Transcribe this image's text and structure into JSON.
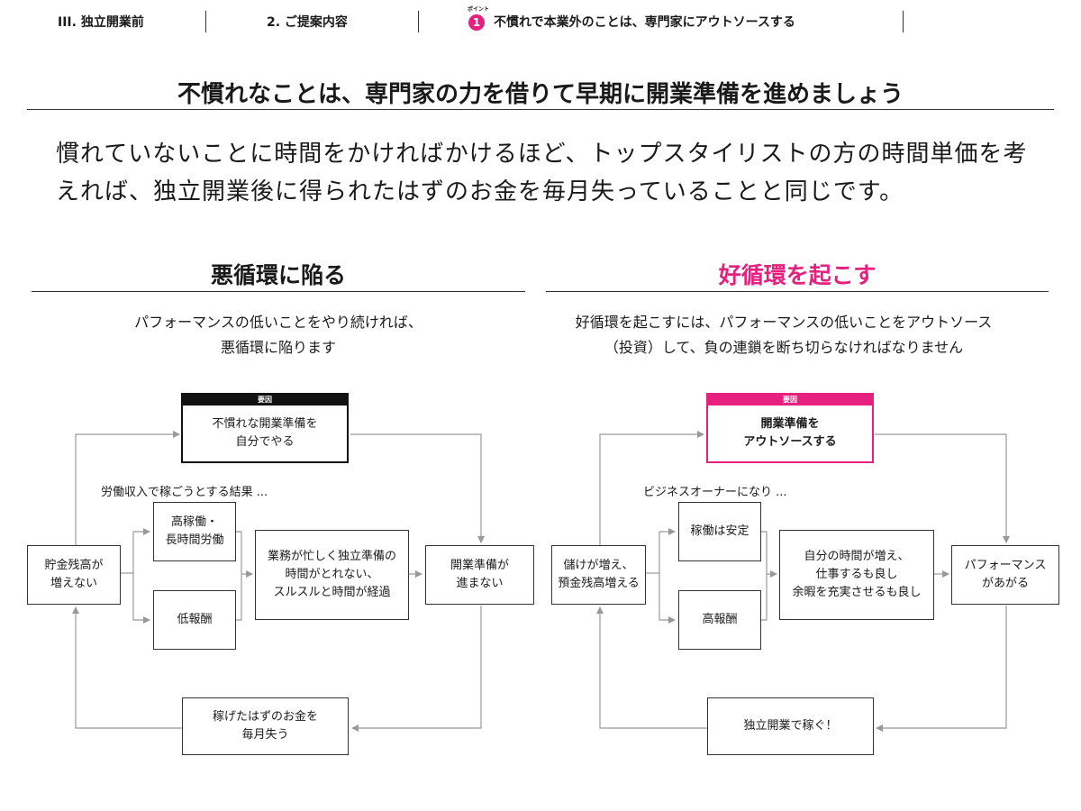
{
  "header": {
    "section": "III. 独立開業前",
    "subsection": "2. ご提案内容",
    "point_ruby": "ポイント",
    "point_number": "1",
    "point_title": "不慣れで本業外のことは、専門家にアウトソースする"
  },
  "title": "不慣れなことは、専門家の力を借りて早期に開業準備を進めましょう",
  "lead": "慣れていないことに時間をかければかけるほど、トップスタイリストの方の時間単価を考えれば、独立開業後に得られたはずのお金を毎月失っていることと同じです。",
  "colors": {
    "accent": "#e6207e",
    "line": "#333333",
    "arrow": "#999999"
  },
  "vicious": {
    "title": "悪循環に陥る",
    "desc_line1": "パフォーマンスの低いことをやり続ければ、",
    "desc_line2": "悪循環に陥ります",
    "cause_label": "要因",
    "cause_line1": "不慣れな開業準備を",
    "cause_line2": "自分でやる",
    "note": "労働収入で稼ごうとする結果 ...",
    "savings_line1": "貯金残高が",
    "savings_line2": "増えない",
    "branch1_line1": "高稼働・",
    "branch1_line2": "長時間労働",
    "branch2": "低報酬",
    "center_line1": "業務が忙しく独立準備の",
    "center_line2": "時間がとれない、",
    "center_line3": "スルスルと時間が経過",
    "result_line1": "開業準備が",
    "result_line2": "進まない",
    "bottom_line1": "稼げたはずのお金を",
    "bottom_line2": "毎月失う"
  },
  "virtuous": {
    "title": "好循環を起こす",
    "desc_line1": "好循環を起こすには、パフォーマンスの低いことをアウトソース",
    "desc_line2": "（投資）して、負の連鎖を断ち切らなければなりません",
    "cause_label": "要因",
    "cause_line1": "開業準備を",
    "cause_line2": "アウトソースする",
    "note": "ビジネスオーナーになり ...",
    "savings_line1": "儲けが増え、",
    "savings_line2": "預金残高増える",
    "branch1": "稼働は安定",
    "branch2": "高報酬",
    "center_line1": "自分の時間が増え、",
    "center_line2": "仕事するも良し",
    "center_line3": "余暇を充実させるも良し",
    "result_line1": "パフォーマンス",
    "result_line2": "があがる",
    "bottom": "独立開業で稼ぐ！"
  }
}
